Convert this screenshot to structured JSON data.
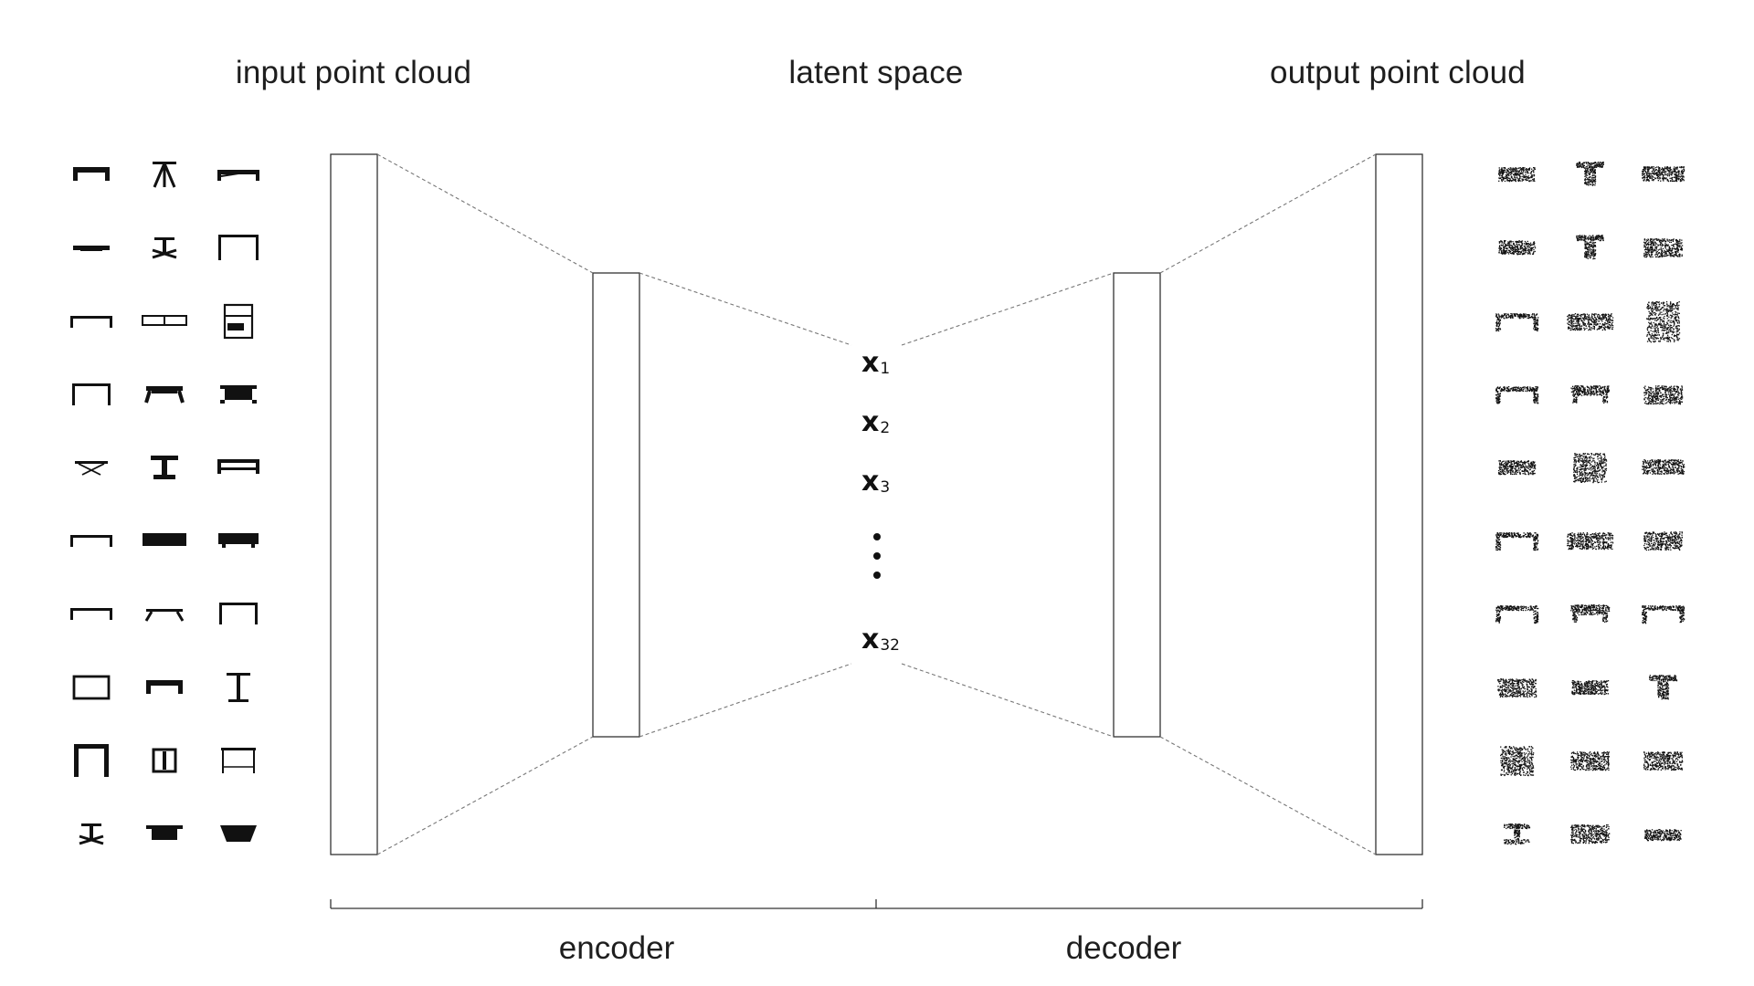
{
  "headings": {
    "input": "input point cloud",
    "latent": "latent space",
    "output": "output point cloud"
  },
  "latent_vars": [
    {
      "base": "x",
      "sub": "1"
    },
    {
      "base": "x",
      "sub": "2"
    },
    {
      "base": "x",
      "sub": "3"
    },
    {
      "base": "x",
      "sub": "32"
    }
  ],
  "bottom_labels": {
    "encoder": "encoder",
    "decoder": "decoder"
  },
  "input_thumbnails": [
    [
      "table-bench",
      "table-tripod",
      "table-long-flat"
    ],
    [
      "table-low-slab",
      "table-pedestal-cross",
      "table-frame-tall"
    ],
    [
      "table-frame-wide",
      "table-split-top",
      "table-cabinet"
    ],
    [
      "table-frame-square",
      "table-trestle",
      "table-boxy-dark"
    ],
    [
      "table-crossed-legs",
      "table-i-pedestal",
      "table-boxy-open"
    ],
    [
      "table-frame-wide",
      "table-dense-slab",
      "table-dense-block"
    ],
    [
      "table-frame-wide",
      "table-splayed",
      "table-frame-square"
    ],
    [
      "table-box-outline",
      "table-bench",
      "table-t-pedestal"
    ],
    [
      "table-frame-heavy",
      "table-round-inset",
      "table-outline-tall"
    ],
    [
      "table-pedestal-cross",
      "table-bowl",
      "table-bowl-flared"
    ]
  ],
  "output_thumbnails": [
    [
      "noisy-slab",
      "noisy-pedestal",
      "noisy-slab-wide"
    ],
    [
      "noisy-slab",
      "noisy-pedestal",
      "noisy-block"
    ],
    [
      "noisy-frame",
      "noisy-block-wide",
      "noisy-cabinet"
    ],
    [
      "noisy-frame",
      "noisy-trestle",
      "noisy-block"
    ],
    [
      "noisy-slab",
      "noisy-block-tall",
      "noisy-slab-wide"
    ],
    [
      "noisy-frame",
      "noisy-block-wide",
      "noisy-block"
    ],
    [
      "noisy-frame",
      "noisy-trestle",
      "noisy-frame"
    ],
    [
      "noisy-block",
      "noisy-slab",
      "noisy-pedestal"
    ],
    [
      "noisy-block-tall",
      "noisy-block",
      "noisy-block"
    ],
    [
      "noisy-pedestal-cross",
      "noisy-block",
      "noisy-slab-low"
    ]
  ],
  "colors": {
    "line": "#333333",
    "dashed": "#777777",
    "ink": "#111111"
  }
}
